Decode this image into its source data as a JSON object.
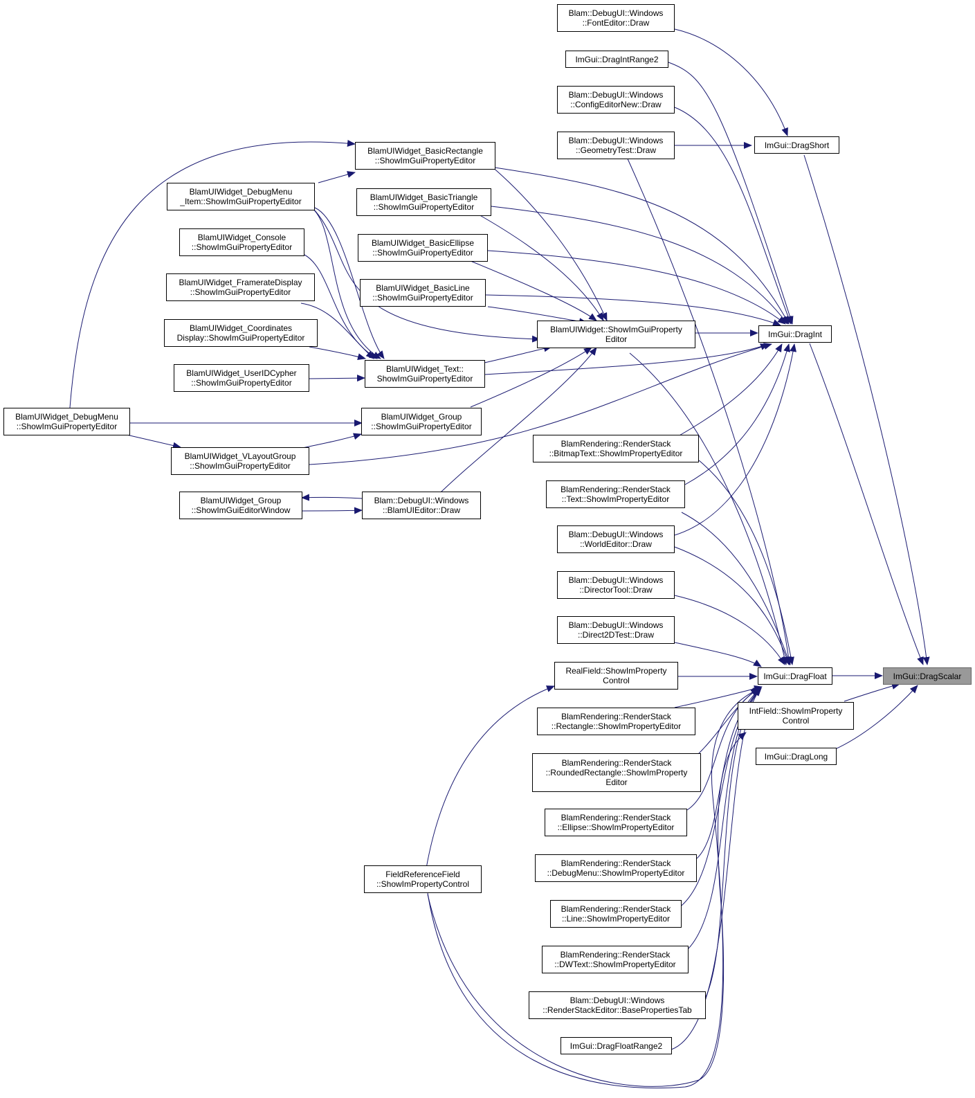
{
  "colors": {
    "edge": "#191970",
    "target_fill": "#999999",
    "node_border": "#000000"
  },
  "nodes": {
    "fonteditor_draw": {
      "lines": [
        "Blam::DebugUI::Windows",
        "::FontEditor::Draw"
      ]
    },
    "dragintrange2": {
      "lines": [
        "ImGui::DragIntRange2"
      ]
    },
    "configeditornew_draw": {
      "lines": [
        "Blam::DebugUI::Windows",
        "::ConfigEditorNew::Draw"
      ]
    },
    "geometrytest_draw": {
      "lines": [
        "Blam::DebugUI::Windows",
        "::GeometryTest::Draw"
      ]
    },
    "dragshort": {
      "lines": [
        "ImGui::DragShort"
      ]
    },
    "basicrectangle": {
      "lines": [
        "BlamUIWidget_BasicRectangle",
        "::ShowImGuiPropertyEditor"
      ]
    },
    "debugmenu_item": {
      "lines": [
        "BlamUIWidget_DebugMenu",
        "_Item::ShowImGuiPropertyEditor"
      ]
    },
    "basictriangle": {
      "lines": [
        "BlamUIWidget_BasicTriangle",
        "::ShowImGuiPropertyEditor"
      ]
    },
    "console": {
      "lines": [
        "BlamUIWidget_Console",
        "::ShowImGuiPropertyEditor"
      ]
    },
    "basicellipse": {
      "lines": [
        "BlamUIWidget_BasicEllipse",
        "::ShowImGuiPropertyEditor"
      ]
    },
    "frameratedisplay": {
      "lines": [
        "BlamUIWidget_FramerateDisplay",
        "::ShowImGuiPropertyEditor"
      ]
    },
    "basicline": {
      "lines": [
        "BlamUIWidget_BasicLine",
        "::ShowImGuiPropertyEditor"
      ]
    },
    "uiwidget_base": {
      "lines": [
        "BlamUIWidget::ShowImGuiProperty",
        "Editor"
      ]
    },
    "dragint": {
      "lines": [
        "ImGui::DragInt"
      ]
    },
    "coordinatesdisplay": {
      "lines": [
        "BlamUIWidget_Coordinates",
        "Display::ShowImGuiPropertyEditor"
      ]
    },
    "text": {
      "lines": [
        "BlamUIWidget_Text::",
        "ShowImGuiPropertyEditor"
      ]
    },
    "useridcypher": {
      "lines": [
        "BlamUIWidget_UserIDCypher",
        "::ShowImGuiPropertyEditor"
      ]
    },
    "debugmenu": {
      "lines": [
        "BlamUIWidget_DebugMenu",
        "::ShowImGuiPropertyEditor"
      ]
    },
    "group": {
      "lines": [
        "BlamUIWidget_Group",
        "::ShowImGuiPropertyEditor"
      ]
    },
    "vlayoutgroup": {
      "lines": [
        "BlamUIWidget_VLayoutGroup",
        "::ShowImGuiPropertyEditor"
      ]
    },
    "rs_bitmaptext": {
      "lines": [
        "BlamRendering::RenderStack",
        "::BitmapText::ShowImPropertyEditor"
      ]
    },
    "rs_text": {
      "lines": [
        "BlamRendering::RenderStack",
        "::Text::ShowImPropertyEditor"
      ]
    },
    "group_editorwindow": {
      "lines": [
        "BlamUIWidget_Group",
        "::ShowImGuiEditorWindow"
      ]
    },
    "blamuieditor_draw": {
      "lines": [
        "Blam::DebugUI::Windows",
        "::BlamUIEditor::Draw"
      ]
    },
    "worldeditor_draw": {
      "lines": [
        "Blam::DebugUI::Windows",
        "::WorldEditor::Draw"
      ]
    },
    "directortool_draw": {
      "lines": [
        "Blam::DebugUI::Windows",
        "::DirectorTool::Draw"
      ]
    },
    "direct2dtest_draw": {
      "lines": [
        "Blam::DebugUI::Windows",
        "::Direct2DTest::Draw"
      ]
    },
    "realfield": {
      "lines": [
        "RealField::ShowImProperty",
        "Control"
      ]
    },
    "dragfloat": {
      "lines": [
        "ImGui::DragFloat"
      ]
    },
    "dragscalar": {
      "lines": [
        "ImGui::DragScalar"
      ]
    },
    "rs_rectangle": {
      "lines": [
        "BlamRendering::RenderStack",
        "::Rectangle::ShowImPropertyEditor"
      ]
    },
    "intfield": {
      "lines": [
        "IntField::ShowImProperty",
        "Control"
      ]
    },
    "rs_roundedrectangle": {
      "lines": [
        "BlamRendering::RenderStack",
        "::RoundedRectangle::ShowImProperty",
        "Editor"
      ]
    },
    "draglong": {
      "lines": [
        "ImGui::DragLong"
      ]
    },
    "rs_ellipse": {
      "lines": [
        "BlamRendering::RenderStack",
        "::Ellipse::ShowImPropertyEditor"
      ]
    },
    "rs_debugmenu": {
      "lines": [
        "BlamRendering::RenderStack",
        "::DebugMenu::ShowImPropertyEditor"
      ]
    },
    "fieldreferencefield": {
      "lines": [
        "FieldReferenceField",
        "::ShowImPropertyControl"
      ]
    },
    "rs_line": {
      "lines": [
        "BlamRendering::RenderStack",
        "::Line::ShowImPropertyEditor"
      ]
    },
    "rs_dwtext": {
      "lines": [
        "BlamRendering::RenderStack",
        "::DWText::ShowImPropertyEditor"
      ]
    },
    "renderstackeditor_baseprops": {
      "lines": [
        "Blam::DebugUI::Windows",
        "::RenderStackEditor::BasePropertiesTab"
      ]
    },
    "dragfloatrange2": {
      "lines": [
        "ImGui::DragFloatRange2"
      ]
    }
  }
}
